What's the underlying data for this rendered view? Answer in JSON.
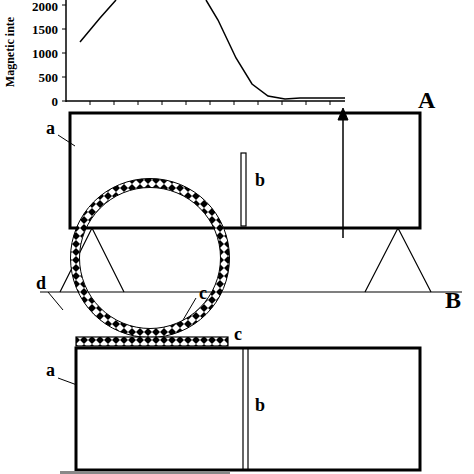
{
  "diagram": {
    "labels": [
      "Magnetic inte",
      "2000",
      "1500",
      "1000",
      "500",
      "0",
      "A",
      "a",
      "b",
      "c",
      "d",
      "B",
      "c",
      "a",
      "b"
    ]
  }
}
